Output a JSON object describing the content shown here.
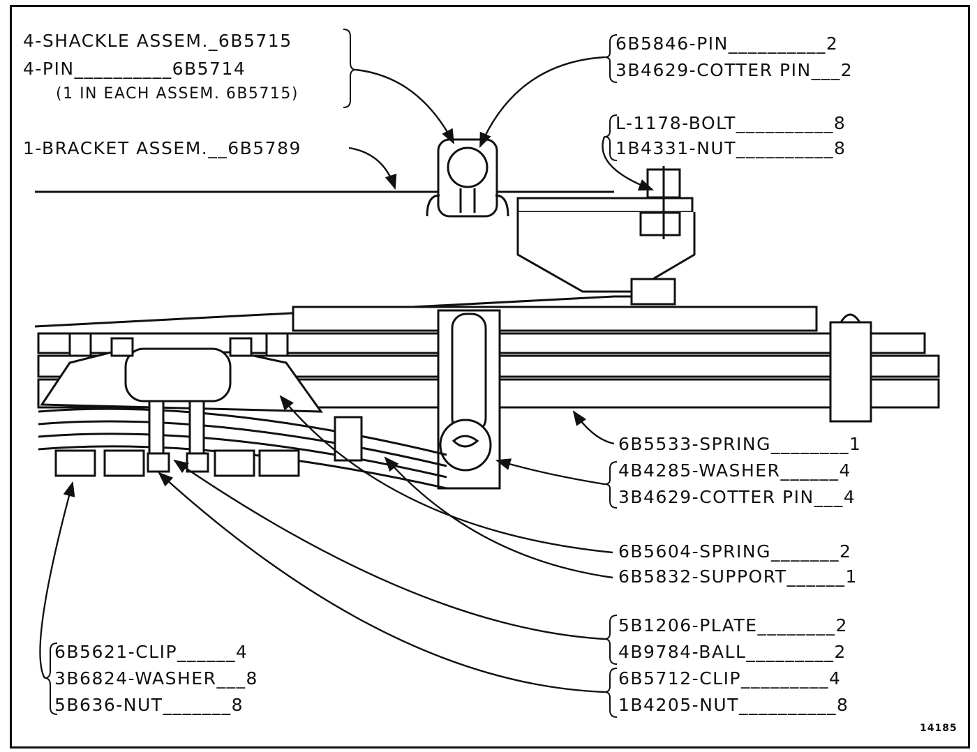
{
  "labels": {
    "shackle_assem": "4-SHACKLE ASSEM._6B5715",
    "pin_4": "4-PIN__________6B5714",
    "pin_each": "(1 IN EACH ASSEM. 6B5715)",
    "bracket_assem": "1-BRACKET ASSEM.__6B5789",
    "pin_6b5846": "6B5846-PIN__________2",
    "cotter_3b4629_top": "3B4629-COTTER PIN___2",
    "bolt_l1178": "L-1178-BOLT__________8",
    "nut_1b4331": "1B4331-NUT__________8",
    "spring_6b5533": "6B5533-SPRING________1",
    "washer_4b4285": "4B4285-WASHER______4",
    "cotter_3b4629_mid": "3B4629-COTTER PIN___4",
    "spring_6b5604": "6B5604-SPRING_______2",
    "support_6b5832": "6B5832-SUPPORT______1",
    "plate_5b1206": "5B1206-PLATE________2",
    "ball_4b9784": "4B9784-BALL_________2",
    "clip_6b5712": "6B5712-CLIP_________4",
    "nut_1b4205": "1B4205-NUT__________8",
    "clip_6b5621": "6B5621-CLIP______4",
    "washer_3b6824": "3B6824-WASHER___8",
    "nut_5b636": "5B636-NUT_______8"
  },
  "figure_number": "14185"
}
